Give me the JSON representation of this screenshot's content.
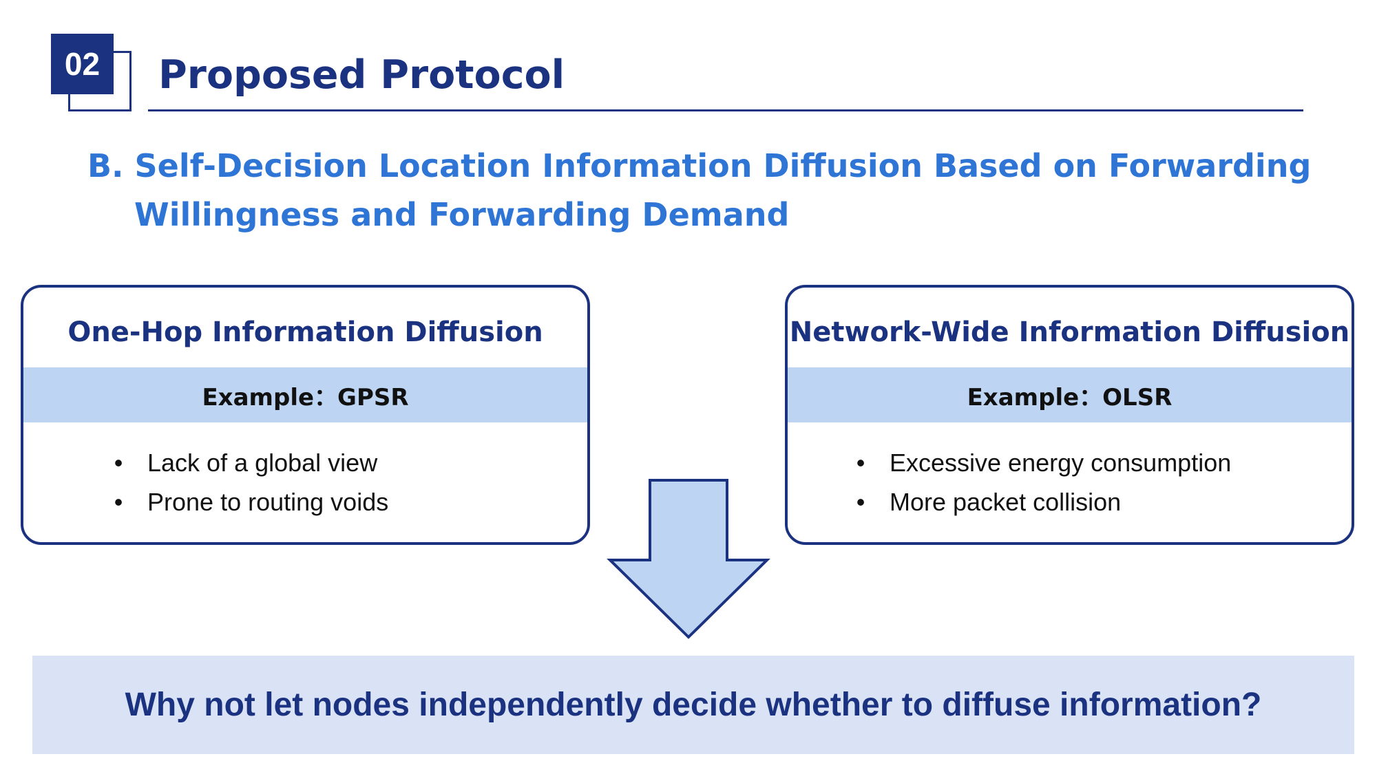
{
  "header": {
    "section_number": "02",
    "section_title": "Proposed Protocol"
  },
  "subtitle": {
    "line1": "B. Self-Decision Location Information Diffusion Based on Forwarding",
    "line2": "Willingness and Forwarding Demand"
  },
  "cards": [
    {
      "title": "One-Hop Information Diffusion",
      "example": "Example：GPSR",
      "bullets": [
        "Lack of a global view",
        "Prone to routing voids"
      ]
    },
    {
      "title": "Network-Wide Information Diffusion",
      "example": "Example：OLSR",
      "bullets": [
        "Excessive energy consumption",
        "More packet collision"
      ]
    }
  ],
  "bullet_glyph": "•",
  "question": "Why not let nodes independently decide whether to diffuse information?",
  "colors": {
    "navy": "#1b3280",
    "accent_blue": "#2e75d6",
    "band_blue": "#bdd4f2",
    "question_bg": "#dae3f5",
    "arrow_fill": "#bdd4f2"
  },
  "icons": {
    "arrow": "down-arrow-icon"
  }
}
